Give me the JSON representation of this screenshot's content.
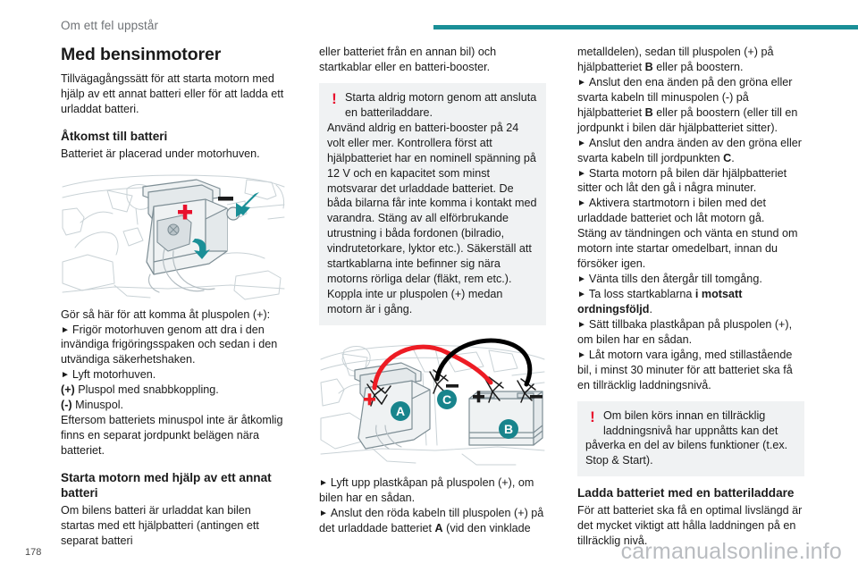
{
  "header": {
    "title": "Om ett fel uppstår",
    "rule_color": "#1a8f97"
  },
  "footer": {
    "page_number": "178",
    "watermark": "carmanualsonline.info"
  },
  "icons": {
    "bullet_arrow": "►",
    "warning_bang": "!"
  },
  "left_column": {
    "heading": "Med bensinmotorer",
    "intro": "Tillvägagångssätt för att starta motorn med hjälp av ett annat batteri eller för att ladda ett urladdat batteri.",
    "sub_heading_1": "Åtkomst till batteri",
    "para_1": "Batteriet är placerad under motorhuven.",
    "figure_caption_intro": "Gör så här för att komma åt pluspolen (+):",
    "bullet_1": "Frigör motorhuven genom att dra i den invändiga frigöringsspaken och sedan i den utvändiga säkerhetshaken.",
    "bullet_2": "Lyft motorhuven.",
    "legend_plus_key": "(+)",
    "legend_plus_text": "Pluspol med snabbkoppling.",
    "legend_minus_key": "(-)",
    "legend_minus_text": "Minuspol.",
    "para_2": "Eftersom batteriets minuspol inte är åtkomlig finns en separat jordpunkt belägen nära batteriet.",
    "sub_heading_2": "Starta motorn med hjälp av ett annat batteri",
    "para_3": "Om bilens batteri är urladdat kan bilen startas med ett hjälpbatteri (antingen ett separat batteri"
  },
  "mid_column": {
    "para_1": "eller batteriet från en annan bil) och startkablar eller en batteri-booster.",
    "warning": {
      "head": "Starta aldrig motorn genom att ansluta en batteriladdare.",
      "body": "Använd aldrig en batteri-booster på 24 volt eller mer.\nKontrollera först att hjälpbatteriet har en nominell spänning på 12 V och en kapacitet som minst motsvarar det urladdade batteriet.\nDe båda bilarna får inte komma i kontakt med varandra.\nStäng av all elförbrukande utrustning i båda fordonen (bilradio, vindrutetorkare, lyktor etc.).\nSäkerställ att startkablarna inte befinner sig nära motorns rörliga delar (fläkt, rem etc.).\nKoppla inte ur pluspolen (+) medan motorn är i gång."
    },
    "bullet_1": "Lyft upp plastkåpan på pluspolen (+), om bilen har en sådan.",
    "bullet_2_pre": "Anslut den röda kabeln till pluspolen (+) på det urladdade batteriet ",
    "bullet_2_bold": "A",
    "bullet_2_post": " (vid den vinklade"
  },
  "right_column": {
    "para_1_pre": "metalldelen), sedan till pluspolen (+) på hjälpbatteriet ",
    "para_1_bold": "B",
    "para_1_post": " eller på boostern.",
    "bullet_1_pre": "Anslut den ena änden på den gröna eller svarta kabeln till minuspolen (-) på hjälpbatteriet ",
    "bullet_1_bold": "B",
    "bullet_1_post": " eller på boostern (eller till en jordpunkt i bilen där hjälpbatteriet sitter).",
    "bullet_2_pre": "Anslut den andra änden av den gröna eller svarta kabeln till jordpunkten ",
    "bullet_2_bold": "C",
    "bullet_2_post": ".",
    "bullet_3": "Starta motorn på bilen där hjälpbatteriet sitter och låt den gå i några minuter.",
    "bullet_4": "Aktivera startmotorn i bilen med det urladdade batteriet och låt motorn gå.",
    "para_2": "Stäng av tändningen och vänta en stund om motorn inte startar omedelbart, innan du försöker igen.",
    "bullet_5": "Vänta tills den återgår till tomgång.",
    "bullet_6_pre": "Ta loss startkablarna ",
    "bullet_6_bold": "i motsatt ordningsföljd",
    "bullet_6_post": ".",
    "bullet_7": "Sätt tillbaka plastkåpan på pluspolen (+), om bilen har en sådan.",
    "bullet_8": "Låt motorn vara igång, med stillastående bil, i minst 30 minuter för att batteriet ska få en tillräcklig laddningsnivå.",
    "warning": {
      "head": "Om bilen körs innan en tillräcklig laddningsnivå har uppnåtts kan det",
      "body": "påverka en del av bilens funktioner (t.ex. Stop & Start)."
    },
    "sub_heading": "Ladda batteriet med en batteriladdare",
    "para_3": "För att batteriet ska få en optimal livslängd är det mycket viktigt att hålla laddningen på en tillräcklig nivå."
  },
  "figures": {
    "engine_bay": {
      "name": "battery-location-illustration",
      "plus_label": "+",
      "minus_label": "–"
    },
    "jump_start": {
      "name": "jump-start-illustration",
      "label_a": "A",
      "label_b": "B",
      "label_c": "C",
      "plus_left": "+",
      "plus_right": "+",
      "minus_mid": "–",
      "minus_right": "–",
      "red_cable_color": "#ed1c24",
      "black_cable_color": "#000000",
      "callout_color": "#1a8f97"
    }
  }
}
